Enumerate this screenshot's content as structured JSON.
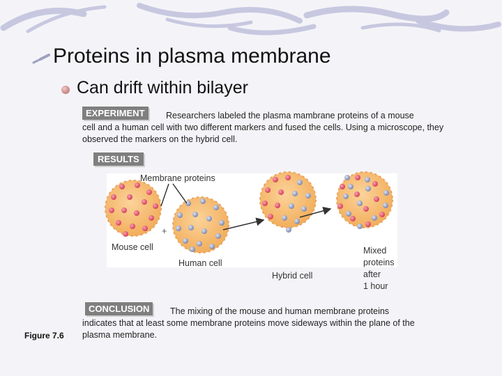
{
  "slide": {
    "title": "Proteins in plasma membrane",
    "subtitle": "Can drift within bilayer"
  },
  "experiment": {
    "tag": "EXPERIMENT",
    "text_first_line": "Researchers labeled the plasma mambrane proteins of a mouse",
    "text_rest": "cell and a human cell with two different markers and fused the cells. Using a microscope, they observed the markers on the hybrid cell."
  },
  "results": {
    "tag": "RESULTS",
    "label_membrane_proteins": "Membrane proteins",
    "label_mouse_cell": "Mouse cell",
    "label_plus": "+",
    "label_human_cell": "Human cell",
    "label_hybrid_cell": "Hybrid cell",
    "label_mixed": [
      "Mixed",
      "proteins",
      "after",
      "1 hour"
    ]
  },
  "conclusion": {
    "tag": "CONCLUSION",
    "text_first_line": "The mixing of the mouse and human membrane proteins",
    "text_rest": "indicates that at least some membrane proteins move sideways within the plane of the plasma membrane."
  },
  "figure_label": "Figure 7.6",
  "colors": {
    "cell_fill": "#f6c07a",
    "cell_edge": "#e8a050",
    "mouse_marker": "#e0566b",
    "human_marker": "#9aa6c8",
    "tag_bg": "#7f7f7f",
    "background": "#f4f4f8"
  }
}
